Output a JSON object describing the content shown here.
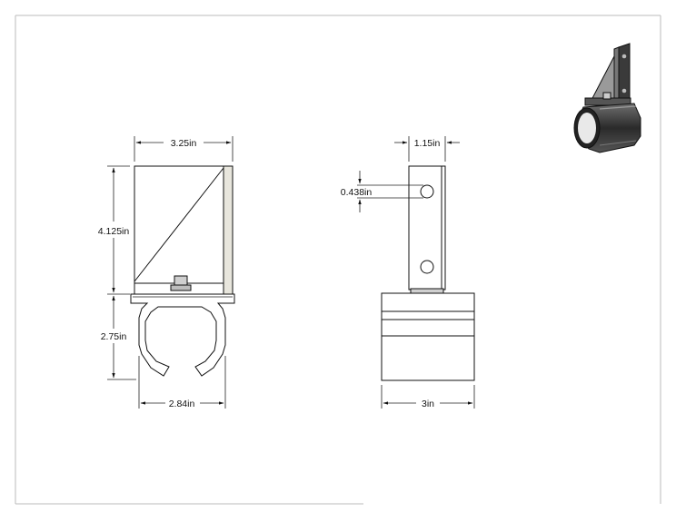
{
  "drawing": {
    "front_view": {
      "width_top": "3.25in",
      "height_bracket": "4.125in",
      "height_clamp": "2.75in",
      "width_bottom": "2.84in"
    },
    "side_view": {
      "width_top": "1.15in",
      "hole_diameter": "0.438in",
      "width_bottom": "3in"
    }
  },
  "colors": {
    "part_fill": "#d9d6c9",
    "part_shade": "#bdb9a8",
    "line": "#111111"
  }
}
